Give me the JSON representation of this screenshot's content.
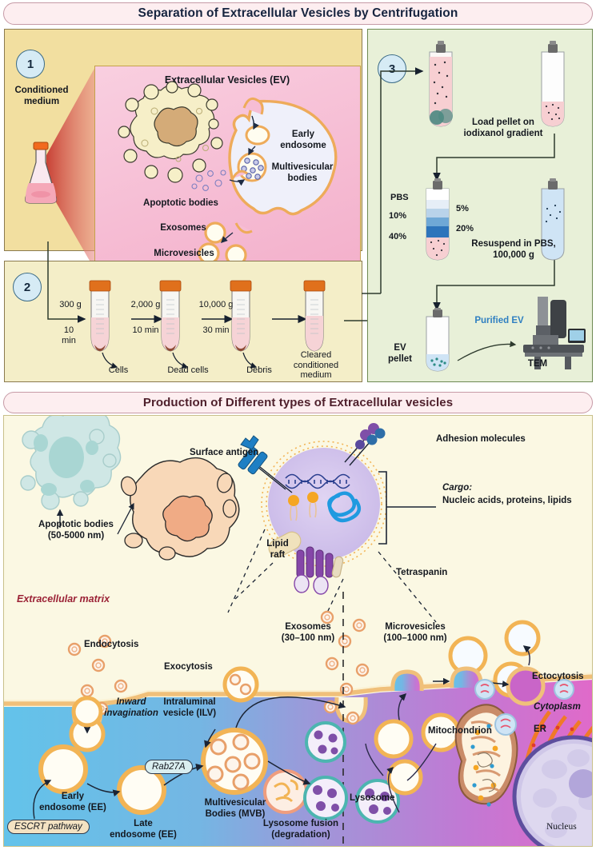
{
  "figure": {
    "top_banner": "Separation of Extracellular Vesicles by Centrifugation",
    "mid_banner": "Production of Different types of Extracellular vesicles"
  },
  "panel1": {
    "step": "1",
    "source_label": "Conditioned\nmedium",
    "inset_title": "Extracellular Vesicles (EV)",
    "labels": {
      "apoptotic_bodies": "Apoptotic bodies",
      "exosomes": "Exosomes",
      "microvesicles": "Microvesicles",
      "early_endosome": "Early\nendosome",
      "multivesicular_bodies": "Multivesicular\nbodies"
    }
  },
  "panel2": {
    "step": "2",
    "steps": [
      {
        "force": "300 g",
        "time": "10\nmin",
        "pellet": "Cells"
      },
      {
        "force": "2,000 g",
        "time": "10 min",
        "pellet": "Dead cells"
      },
      {
        "force": "10,000 g",
        "time": "30 min",
        "pellet": "Debris"
      }
    ],
    "final_label": "Cleared\nconditioned\nmedium"
  },
  "panel3": {
    "step": "3",
    "load_text": "Load pellet on\niodixanol gradient",
    "gradient_labels": {
      "pbs": "PBS",
      "p5": "5%",
      "p10": "10%",
      "p20": "20%",
      "p40": "40%"
    },
    "resuspend_text": "Resuspend in PBS,\n100,000 g",
    "purified_label": "Purified EV",
    "pellet_label": "EV\npellet",
    "tem_label": "TEM",
    "purified_color": "#2f7fc1"
  },
  "bottom": {
    "apoptotic": "Apoptotic bodies\n(50-5000 nm)",
    "surface_antigen": "Surface antigen",
    "adhesion": "Adhesion molecules",
    "cargo_title": "Cargo:",
    "cargo_text": "Nucleic acids, proteins, lipids",
    "lipid_raft": "Lipid\nraft",
    "tetraspanin": "Tetraspanin",
    "extracellular_matrix": "Extracellular matrix",
    "ecm_color": "#9b2236",
    "endocytosis": "Endocytosis",
    "exocytosis": "Exocytosis",
    "exosomes": "Exosomes\n(30–100 nm)",
    "microvesicles": "Microvesicles\n(100–1000 nm)",
    "ectocytosis": "Ectocytosis",
    "cytoplasm": "Cytoplasm",
    "inward_invagination": "Inward\ninvagination",
    "ilv": "Intraluminal\nvesicle (ILV)",
    "early_endosome": "Early\nendosome (EE)",
    "late_endosome": "Late\nendosome (EE)",
    "mvb": "Multivesicular\nBodies (MVB)",
    "lysosome_fusion": "Lysosome fusion\n(degradation)",
    "lysosome": "Lysosome",
    "mitochondrion": "Mitochondrion",
    "er": "ER",
    "nucleus": "Nucleus",
    "escrt": "ESCRT pathway",
    "rab27a": "Rab27A"
  }
}
